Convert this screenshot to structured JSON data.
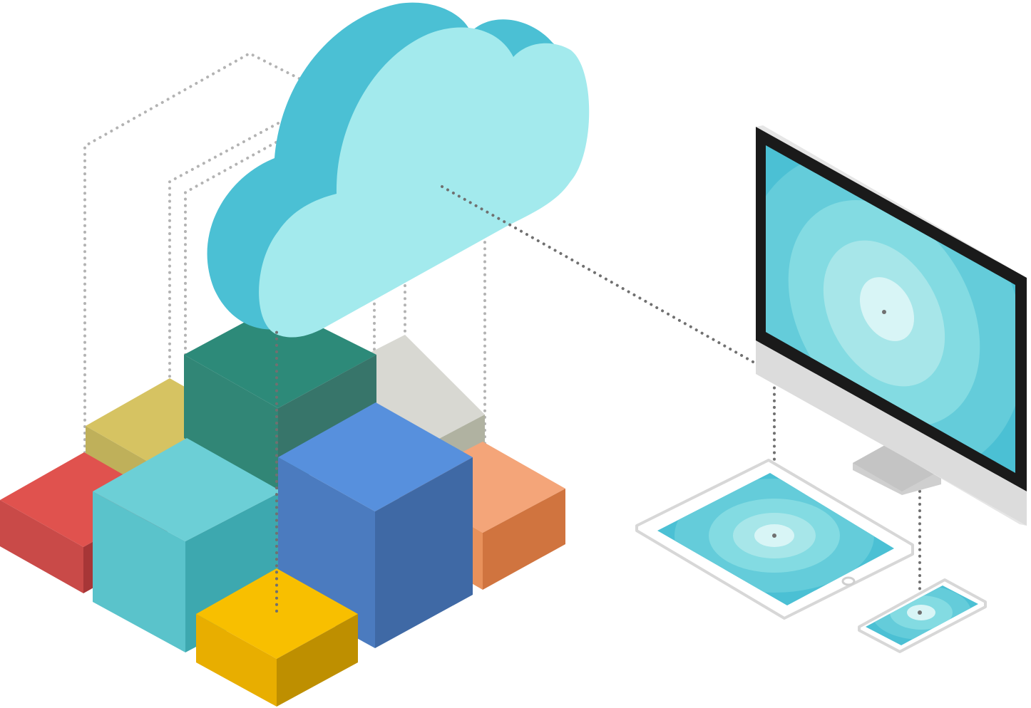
{
  "illustration": {
    "subject": "cloud-computing",
    "connected_devices": [
      "desktop-monitor",
      "tablet",
      "smartphone"
    ],
    "block_colors": {
      "red": "#e0524e",
      "mustard": "#d6c362",
      "teal_dark": "#2d8a79",
      "grey": "#d8d8d2",
      "cyan": "#6ccfd6",
      "blue": "#5790dd",
      "orange": "#f4a579",
      "yellow": "#f8bf00"
    },
    "cloud_colors": {
      "front": "#a3eaed",
      "side": "#4bc0d4"
    },
    "screen_colors": {
      "outer": "#4bc0d4",
      "ring1": "#64ccda",
      "ring2": "#83dbe2",
      "ring3": "#a7e6e9",
      "center": "#d8f5f6"
    },
    "connector_color": "#707070"
  }
}
